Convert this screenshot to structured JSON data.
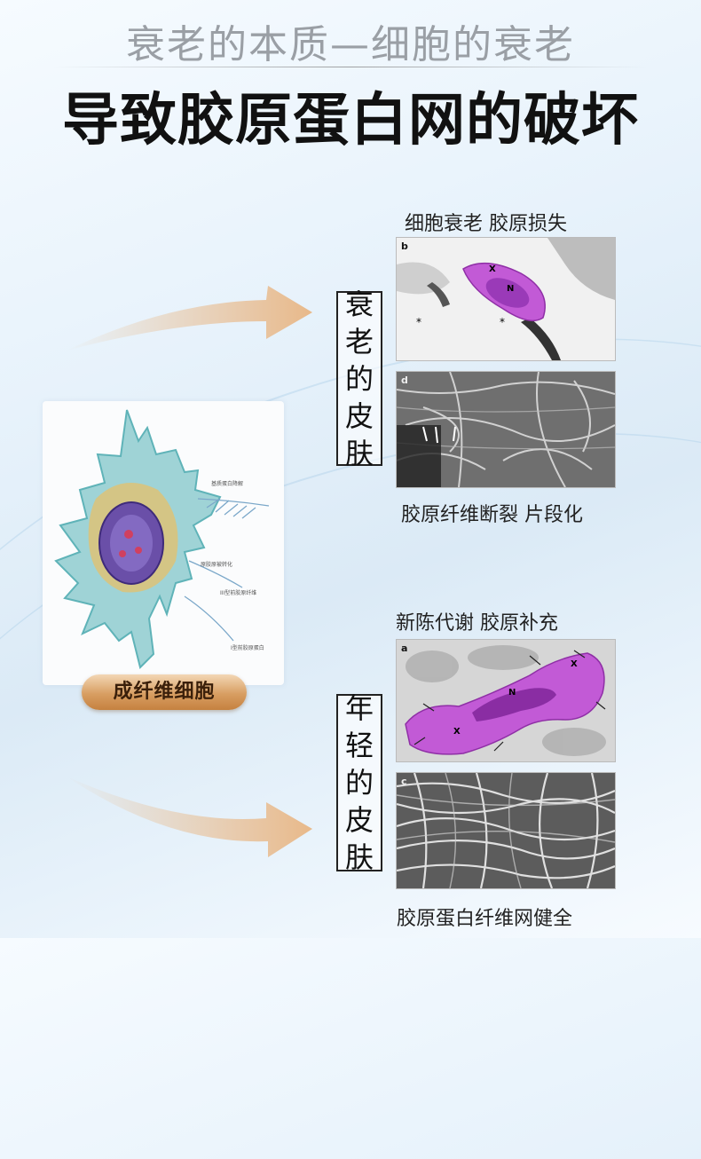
{
  "header": {
    "subtitle": "衰老的本质—细胞的衰老",
    "title": "导致胶原蛋白网的破坏"
  },
  "fibroblast": {
    "label": "成纤维细胞",
    "annotations": [
      "基质蛋白降解",
      "原胶原被转化",
      "III型前胶原纤维",
      "I型前胶原蛋白"
    ]
  },
  "aged_skin": {
    "label_chars": [
      "衰",
      "老",
      "的",
      "皮",
      "肤"
    ],
    "caption_top": "细胞衰老 胶原损失",
    "caption_bottom": "胶原纤维断裂 片段化",
    "panel_b": {
      "letter": "b",
      "marks": [
        "X",
        "N",
        "*",
        "*"
      ]
    },
    "panel_d": {
      "letter": "d"
    }
  },
  "young_skin": {
    "label_chars": [
      "年",
      "轻",
      "的",
      "皮",
      "肤"
    ],
    "caption_top": "新陈代谢  胶原补充",
    "caption_bottom": "胶原蛋白纤维网健全",
    "panel_a": {
      "letter": "a",
      "marks": [
        "X",
        "N",
        "X"
      ]
    },
    "panel_c": {
      "letter": "c"
    }
  },
  "colors": {
    "arrow": "#e8b98a",
    "stain": "#c25ad6",
    "label_gold": "#d89e62"
  }
}
